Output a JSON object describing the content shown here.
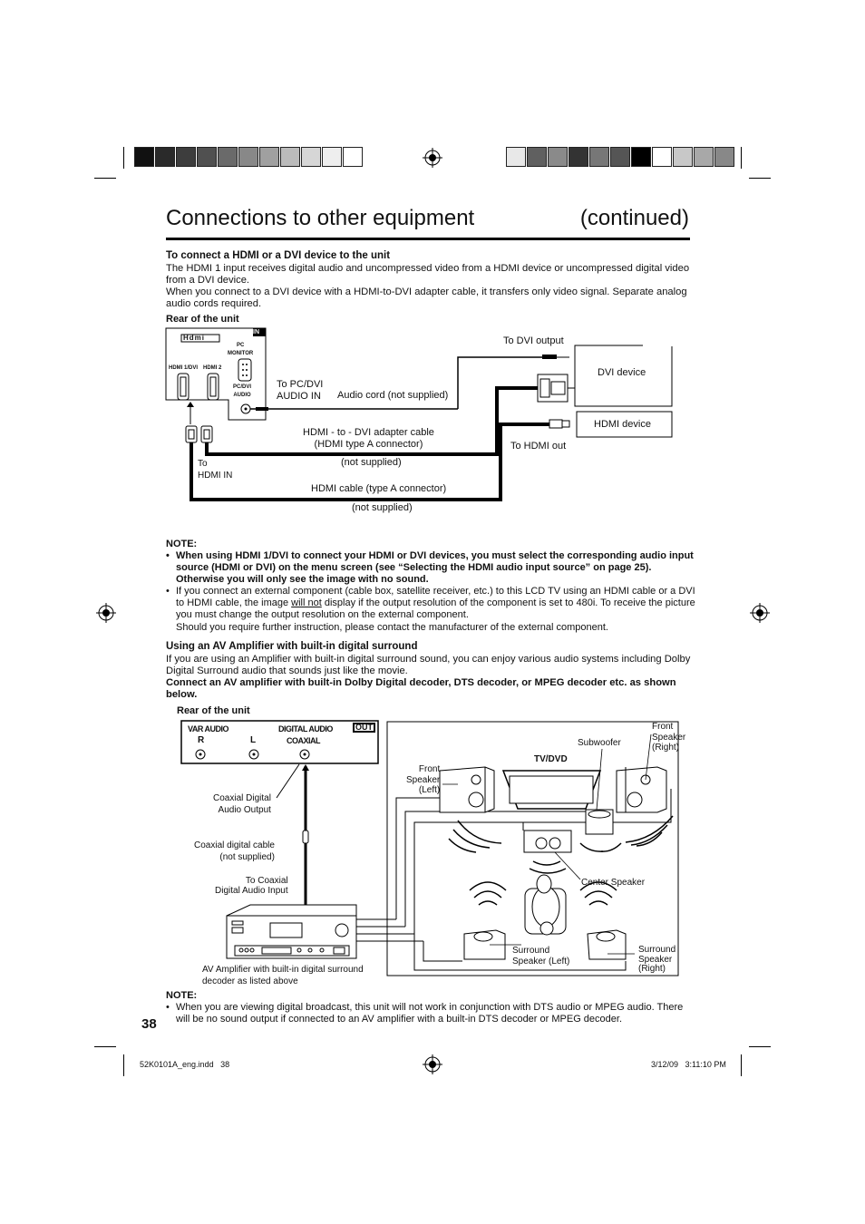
{
  "header": {
    "left_swatches": [
      "#111111",
      "#2a2a2a",
      "#3d3d3d",
      "#505050",
      "#6a6a6a",
      "#888888",
      "#a0a0a0",
      "#bbbbbb",
      "#d6d6d6",
      "#eeeeee",
      "#ffffff"
    ],
    "right_swatches": [
      "#e8e8e8",
      "#606060",
      "#8a8a8a",
      "#333333",
      "#777777",
      "#555555",
      "#000000",
      "#ffffff",
      "#c8c8c8",
      "#a8a8a8",
      "#888888"
    ]
  },
  "page": {
    "title": "Connections to other equipment",
    "title_suffix": "(continued)",
    "page_number": "38"
  },
  "hdmi_section": {
    "heading": "To connect a HDMI or a DVI device to the unit",
    "para1": "The HDMI 1 input receives digital audio and uncompressed video from a HDMI device or uncompressed digital video from a DVI device.",
    "para2": "When you connect to a DVI device with a HDMI-to-DVI adapter cable, it transfers only video signal. Separate analog audio cords required.",
    "rear_label": "Rear of the unit"
  },
  "diagram1": {
    "panel_in": "IN",
    "panel_hdmi_logo": "Hdmi",
    "panel_hdmi1": "HDMI 1/DVI",
    "panel_hdmi2": "HDMI 2",
    "panel_pc_monitor": "PC\nMONITOR",
    "panel_pc_dvi_audio": "PC/DVI\nAUDIO",
    "to_pc_dvi": "To PC/DVI\nAUDIO IN",
    "audio_cord": "Audio cord (not supplied)",
    "to_dvi_output": "To DVI output",
    "dvi_device": "DVI device",
    "hdmi_device": "HDMI device",
    "adapter_cable": "HDMI - to - DVI adapter cable\n(HDMI type A connector)",
    "adapter_not_supplied": "(not supplied)",
    "to_hdmi_out": "To HDMI out",
    "to_hdmi_in": "To\nHDMI IN",
    "hdmi_cable": "HDMI cable (type A connector)",
    "hdmi_cable_not_supplied": "(not supplied)"
  },
  "note1": {
    "label": "NOTE:",
    "bullet1": "When using HDMI 1/DVI to connect your HDMI or DVI devices, you must select the corresponding audio input source (HDMI or DVI) on the menu screen (see “Selecting the HDMI audio input source” on page 25). Otherwise you will only see the image with no sound.",
    "bullet2_a": "If you connect an external component (cable box, satellite receiver, etc.) to this LCD TV using an HDMI cable or a DVI to HDMI cable, the image ",
    "bullet2_u": "will not",
    "bullet2_b": " display if the output resolution of the component is set to 480i. To receive the picture you must change the output resolution on the external component.",
    "bullet2_c": "Should you require further instruction, please contact the manufacturer of the external component."
  },
  "amp_section": {
    "heading": "Using an AV Amplifier with built-in digital surround",
    "para": "If you are using an Amplifier with built-in digital surround sound, you can enjoy various audio systems including Dolby Digital Surround audio that sounds just like the movie.",
    "bold_para": "Connect an AV amplifier with built-in Dolby Digital decoder, DTS decoder, or MPEG decoder etc. as shown below.",
    "rear_label": "Rear of the unit"
  },
  "diagram2": {
    "var_audio": "VAR AUDIO",
    "r": "R",
    "l": "L",
    "digital_audio": "DIGITAL AUDIO",
    "coaxial": "COAXIAL",
    "out": "OUT",
    "coax_output": "Coaxial Digital\nAudio Output",
    "coax_cable": "Coaxial digital cable\n(not supplied)",
    "to_coax_input": "To Coaxial\nDigital Audio Input",
    "amp_label": "AV Amplifier with built-in digital surround\ndecoder as listed above",
    "front_left": "Front\nSpeaker\n(Left)",
    "subwoofer": "Subwoofer",
    "tv_dvd": "TV/DVD",
    "front_right": "Front\nSpeaker\n(Right)",
    "center": "Center Speaker",
    "surround_left": "Surround\nSpeaker (Left)",
    "surround_right": "Surround\nSpeaker\n(Right)"
  },
  "note2": {
    "label": "NOTE:",
    "bullet": "When you are viewing digital broadcast, this unit will not work in conjunction with DTS audio or MPEG audio. There will be no sound output if connected to an AV amplifier with a built-in DTS decoder or MPEG decoder."
  },
  "footer": {
    "file": "52K0101A_eng.indd   38",
    "date": "3/12/09   3:11:10 PM"
  }
}
